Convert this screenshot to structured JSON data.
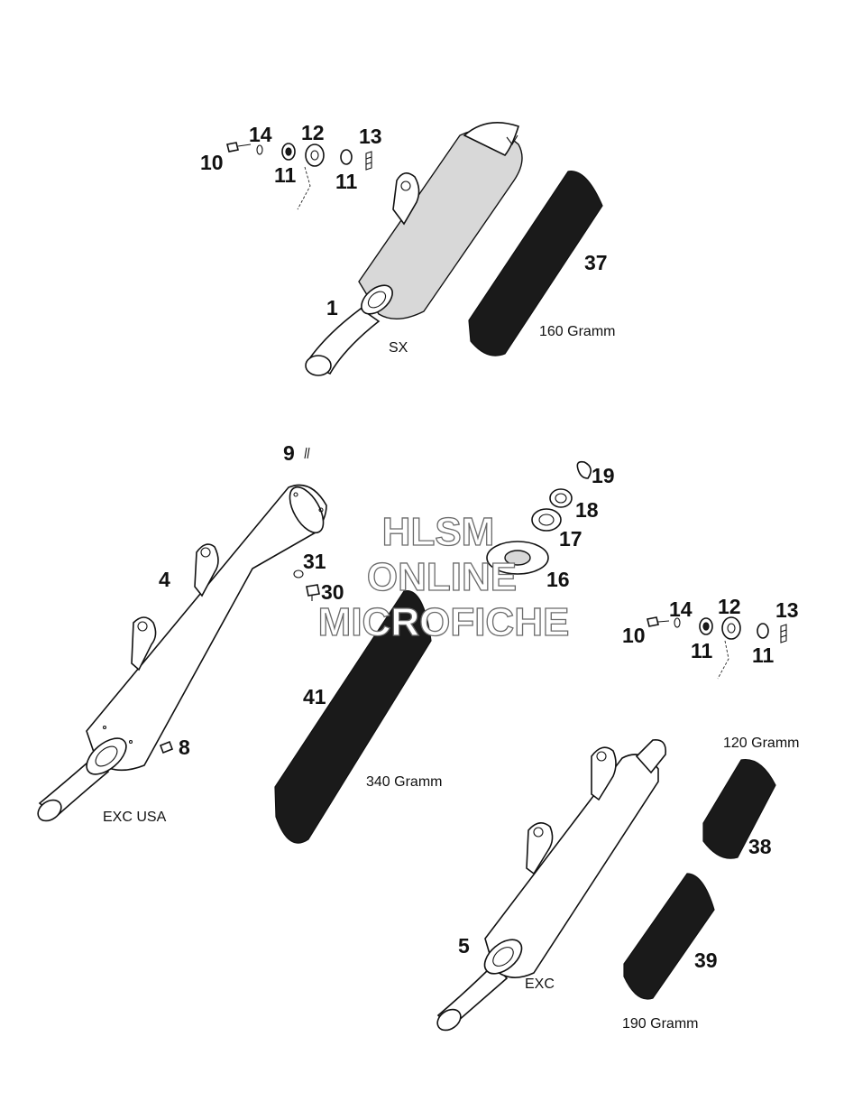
{
  "watermark": {
    "line1": "HLSM",
    "line2": "ONLINE",
    "line3": "MICROFICHE"
  },
  "variants": {
    "sx": "SX",
    "exc_usa": "EXC USA",
    "exc": "EXC"
  },
  "weights": {
    "w160": "160 Gramm",
    "w340": "340 Gramm",
    "w120": "120 Gramm",
    "w190": "190 Gramm"
  },
  "parts": {
    "p1": "1",
    "p4": "4",
    "p5": "5",
    "p8": "8",
    "p9": "9",
    "p10": "10",
    "p11": "11",
    "p12": "12",
    "p13": "13",
    "p14": "14",
    "p16": "16",
    "p17": "17",
    "p18": "18",
    "p19": "19",
    "p30": "30",
    "p31": "31",
    "p37": "37",
    "p38": "38",
    "p39": "39",
    "p41": "41"
  },
  "colors": {
    "ink": "#111111",
    "packing": "#1a1a1a",
    "watermark_outline": "#6b6b6b"
  },
  "icons": [
    "bolt-icon",
    "washer-icon",
    "rubber-grommet-icon",
    "spring-clip-icon",
    "circlip-icon",
    "end-cap-icon"
  ]
}
